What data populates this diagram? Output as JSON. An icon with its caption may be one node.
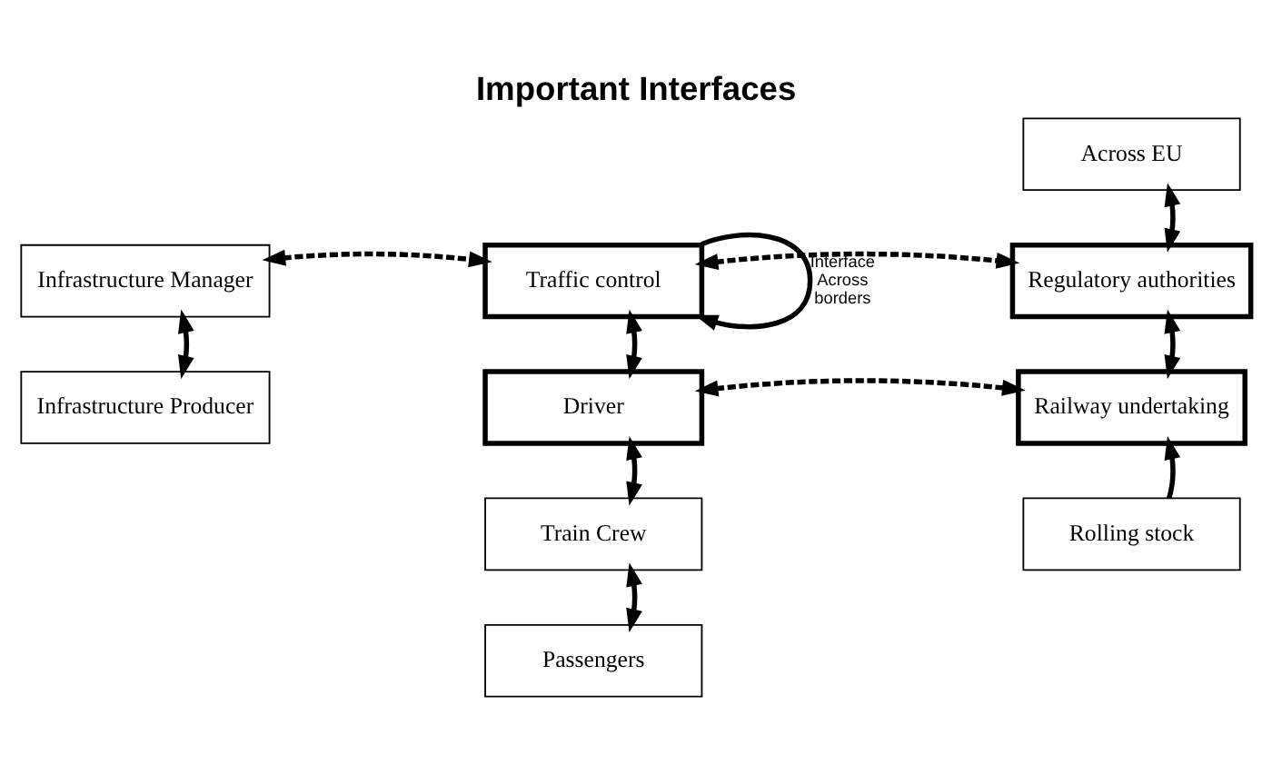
{
  "diagram": {
    "title": "Important Interfaces",
    "nodes": [
      {
        "text": [
          "Infrastructure Manager"
        ]
      },
      {
        "text": [
          "Infrastructure Producer"
        ]
      },
      {
        "text": [
          "Traffic control"
        ]
      },
      {
        "text": [
          "Driver"
        ]
      },
      {
        "text": [
          "Train Crew"
        ]
      },
      {
        "text": [
          "Passengers"
        ]
      },
      {
        "text": [
          "Across EU"
        ]
      },
      {
        "text": [
          "Regulatory authorities"
        ]
      },
      {
        "text": [
          "Railway undertaking"
        ]
      },
      {
        "text": [
          "Rolling stock"
        ]
      }
    ],
    "edges": [
      {
        "from": 0,
        "to": 2,
        "arrow": "both",
        "style": "dashed"
      },
      {
        "from": 0,
        "to": 1,
        "arrow": "both"
      },
      {
        "from": 2,
        "to": 3,
        "arrow": "both"
      },
      {
        "from": 3,
        "to": 4,
        "arrow": "both"
      },
      {
        "from": 4,
        "to": 5,
        "arrow": "both"
      },
      {
        "from": 2,
        "to": 7,
        "arrow": "both",
        "style": "dashed"
      },
      {
        "from": 2,
        "to": 2,
        "arrow": "to",
        "label": "Interface Across borders"
      },
      {
        "from": 3,
        "to": 8,
        "arrow": "both",
        "style": "dashed"
      },
      {
        "from": 6,
        "to": 7,
        "arrow": "both"
      },
      {
        "from": 7,
        "to": 8,
        "arrow": "both"
      },
      {
        "from": 9,
        "to": 8,
        "arrow": "to"
      }
    ]
  }
}
